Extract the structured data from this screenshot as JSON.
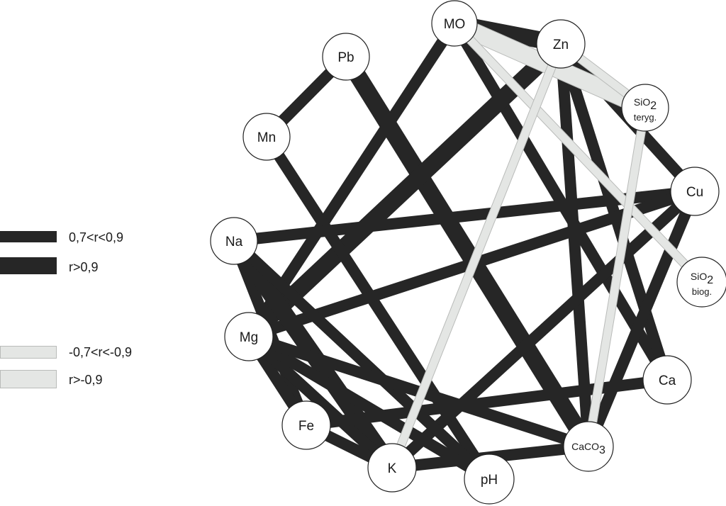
{
  "colors": {
    "positive": "#262626",
    "negative_fill": "#e4e6e4",
    "negative_stroke": "#b9bbb9"
  },
  "legend": [
    {
      "label": "0,7<r<0,9",
      "kind": "positive",
      "strength": "moderate"
    },
    {
      "label": "r>0,9",
      "kind": "positive",
      "strength": "strong"
    },
    {
      "label": "-0,7<r<-0,9",
      "kind": "negative",
      "strength": "moderate"
    },
    {
      "label": "r>-0,9",
      "kind": "negative",
      "strength": "strong"
    }
  ],
  "nodes": [
    {
      "id": "MO",
      "label": "MO"
    },
    {
      "id": "Zn",
      "label": "Zn"
    },
    {
      "id": "Pb",
      "label": "Pb"
    },
    {
      "id": "Mn",
      "label": "Mn"
    },
    {
      "id": "SiO2t",
      "label": "SiO",
      "sub": "2",
      "sub2": "teryg."
    },
    {
      "id": "Cu",
      "label": "Cu"
    },
    {
      "id": "Na",
      "label": "Na"
    },
    {
      "id": "SiO2b",
      "label": "SiO",
      "sub": "2",
      "sub2": "biog."
    },
    {
      "id": "Mg",
      "label": "Mg"
    },
    {
      "id": "Ca",
      "label": "Ca"
    },
    {
      "id": "Fe",
      "label": "Fe"
    },
    {
      "id": "CaCO3",
      "label": "CaCO",
      "sub": "3"
    },
    {
      "id": "K",
      "label": "K"
    },
    {
      "id": "pH",
      "label": "pH"
    }
  ],
  "edges": [
    {
      "from": "MO",
      "to": "Zn",
      "kind": "positive",
      "strength": "strong"
    },
    {
      "from": "Pb",
      "to": "Mn",
      "kind": "positive",
      "strength": "moderate"
    },
    {
      "from": "Pb",
      "to": "CaCO3",
      "kind": "positive",
      "strength": "strong"
    },
    {
      "from": "MO",
      "to": "Mg",
      "kind": "positive",
      "strength": "moderate"
    },
    {
      "from": "MO",
      "to": "Ca",
      "kind": "positive",
      "strength": "moderate"
    },
    {
      "from": "Zn",
      "to": "Mg",
      "kind": "positive",
      "strength": "strong"
    },
    {
      "from": "Zn",
      "to": "Cu",
      "kind": "positive",
      "strength": "moderate"
    },
    {
      "from": "Zn",
      "to": "CaCO3",
      "kind": "positive",
      "strength": "moderate"
    },
    {
      "from": "Zn",
      "to": "Ca",
      "kind": "positive",
      "strength": "moderate"
    },
    {
      "from": "Mn",
      "to": "pH",
      "kind": "positive",
      "strength": "moderate"
    },
    {
      "from": "Cu",
      "to": "Na",
      "kind": "positive",
      "strength": "moderate"
    },
    {
      "from": "Cu",
      "to": "Mg",
      "kind": "positive",
      "strength": "moderate"
    },
    {
      "from": "Cu",
      "to": "K",
      "kind": "positive",
      "strength": "moderate"
    },
    {
      "from": "Cu",
      "to": "CaCO3",
      "kind": "positive",
      "strength": "moderate"
    },
    {
      "from": "Na",
      "to": "Fe",
      "kind": "positive",
      "strength": "moderate"
    },
    {
      "from": "Na",
      "to": "K",
      "kind": "positive",
      "strength": "strong"
    },
    {
      "from": "Na",
      "to": "pH",
      "kind": "positive",
      "strength": "moderate"
    },
    {
      "from": "Mg",
      "to": "Fe",
      "kind": "positive",
      "strength": "moderate"
    },
    {
      "from": "Mg",
      "to": "K",
      "kind": "positive",
      "strength": "moderate"
    },
    {
      "from": "Mg",
      "to": "pH",
      "kind": "positive",
      "strength": "moderate"
    },
    {
      "from": "Mg",
      "to": "CaCO3",
      "kind": "positive",
      "strength": "moderate"
    },
    {
      "from": "Fe",
      "to": "Ca",
      "kind": "positive",
      "strength": "moderate"
    },
    {
      "from": "Fe",
      "to": "K",
      "kind": "positive",
      "strength": "moderate"
    },
    {
      "from": "K",
      "to": "CaCO3",
      "kind": "positive",
      "strength": "moderate"
    },
    {
      "from": "MO",
      "to": "SiO2t",
      "kind": "negative",
      "strength": "strong"
    },
    {
      "from": "Zn",
      "to": "SiO2t",
      "kind": "negative",
      "strength": "moderate"
    },
    {
      "from": "MO",
      "to": "SiO2b",
      "kind": "negative",
      "strength": "moderate"
    },
    {
      "from": "Zn",
      "to": "K",
      "kind": "negative",
      "strength": "moderate"
    },
    {
      "from": "SiO2t",
      "to": "CaCO3",
      "kind": "negative",
      "strength": "moderate"
    }
  ]
}
